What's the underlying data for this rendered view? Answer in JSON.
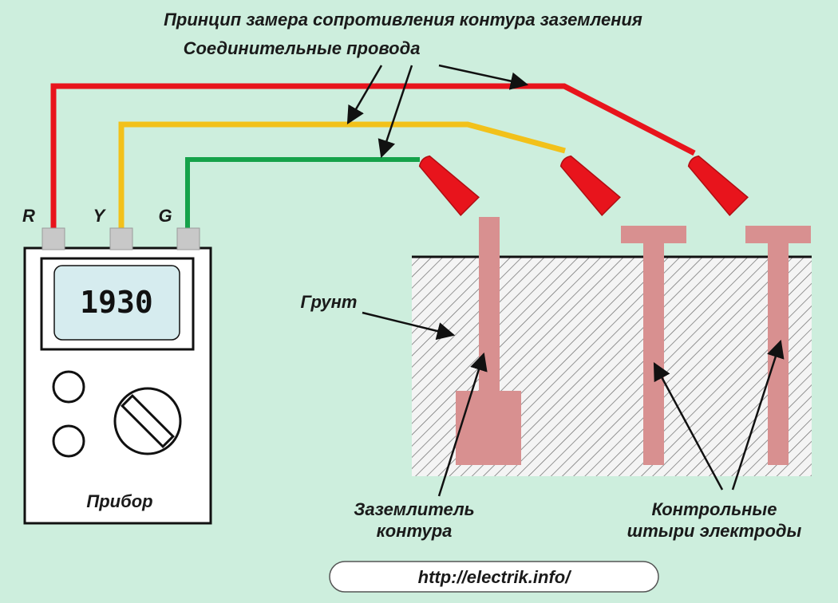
{
  "title": "Принцип замера сопротивления контура заземления",
  "wires_label": "Соединительные провода",
  "terminals": {
    "r": "R",
    "y": "Y",
    "g": "G"
  },
  "device": {
    "reading": "1930",
    "label": "Прибор"
  },
  "soil_label": "Грунт",
  "ground_electrode_label": {
    "line1": "Заземлитель",
    "line2": "контура"
  },
  "control_rods_label": {
    "line1": "Контрольные",
    "line2": "штыри электроды"
  },
  "url": "http://electrik.info/",
  "colors": {
    "red_wire": "#e8141c",
    "yellow_wire": "#f2c11a",
    "green_wire": "#15a24a",
    "electrode": "#d89090",
    "background": "#cdeedd"
  }
}
